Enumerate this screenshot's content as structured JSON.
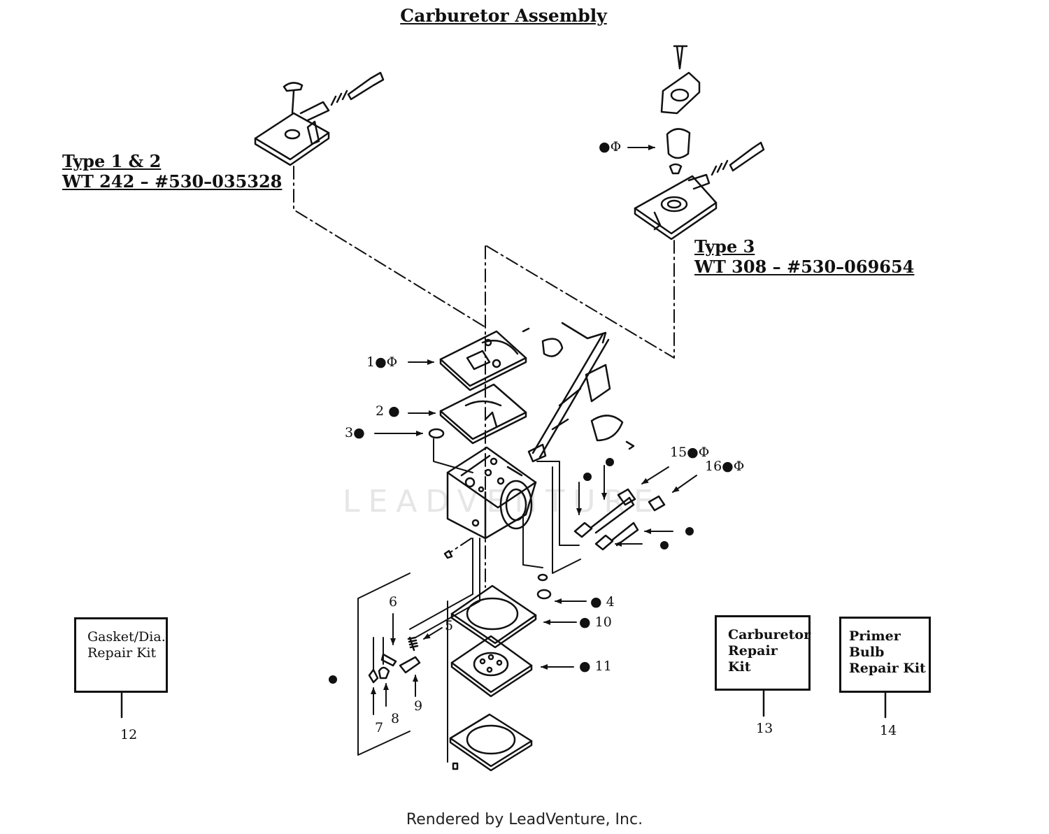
{
  "title": "Carburetor Assembly",
  "type12_label": {
    "line1": "Type 1  & 2",
    "line2": "WT 242 – #530–035328"
  },
  "type3_label": {
    "line1": "Type  3",
    "line2": "WT 308 – #530–069654"
  },
  "callouts": {
    "c1": "1●Φ",
    "c2": "2 ●",
    "c3": "3●",
    "c4": "● 4",
    "c5": "5",
    "c6": "6",
    "c7": "7",
    "c8": "8",
    "c9": "9",
    "c10": "● 10",
    "c11": "● 11",
    "c15": "15●Φ",
    "c16": "16●Φ",
    "primer": "●Φ",
    "c12": "12",
    "c13": "13",
    "c14": "14"
  },
  "kits": {
    "gasket": [
      "Gasket/Dia.",
      "Repair Kit"
    ],
    "carburetor": [
      "Carburetor",
      "Repair",
      "Kit"
    ],
    "primer": [
      "Primer",
      "Bulb",
      "Repair Kit"
    ]
  },
  "watermark": "LEADVENTURE",
  "footer": "Rendered by LeadVenture, Inc."
}
